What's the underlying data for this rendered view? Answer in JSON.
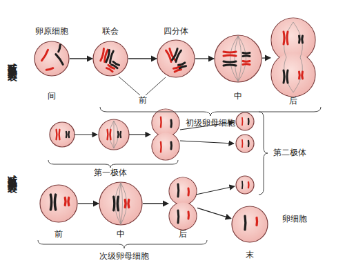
{
  "diagram": {
    "nodes": [
      {
        "text": [
          "卵原细胞",
          "间"
        ]
      },
      {
        "text": [
          "联会"
        ]
      },
      {
        "text": [
          "四分体"
        ]
      },
      {
        "text": [
          "中"
        ]
      },
      {
        "text": [
          "后"
        ]
      },
      {
        "text": [
          "前"
        ]
      },
      {
        "text": [
          "中"
        ]
      },
      {
        "text": [
          "后"
        ]
      },
      {
        "text": [
          "卵细胞",
          "末"
        ]
      }
    ],
    "edges": [
      {
        "from": 0,
        "to": 1,
        "arrow": "to"
      },
      {
        "from": 1,
        "to": 2,
        "arrow": "to"
      },
      {
        "from": 2,
        "to": 3,
        "arrow": "to"
      },
      {
        "from": 3,
        "to": 4,
        "arrow": "to"
      },
      {
        "from": 5,
        "to": 6,
        "arrow": "to"
      },
      {
        "from": 6,
        "to": 7,
        "arrow": "to"
      },
      {
        "from": 7,
        "to": 8,
        "arrow": "to"
      }
    ],
    "labels": [
      "减数第一次分裂",
      "前",
      "初级卵母细胞",
      "减数第二次分裂",
      "第一极体",
      "第二极体",
      "次级卵母细胞"
    ]
  }
}
